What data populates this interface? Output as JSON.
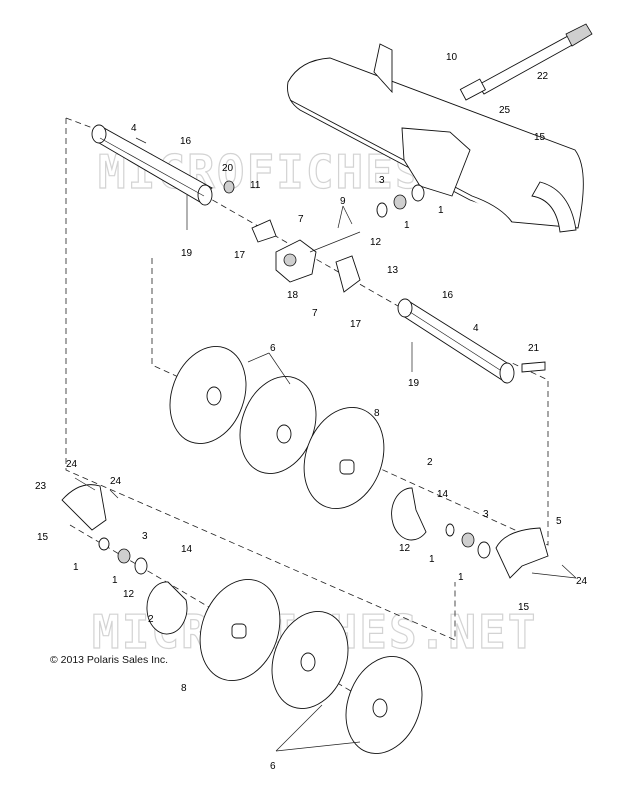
{
  "watermark": "MICROFICHES.NET",
  "copyright": "© 2013 Polaris Sales Inc.",
  "callouts": {
    "c1a": "1",
    "c1b": "1",
    "c1c": "1",
    "c1d": "1",
    "c1e": "1",
    "c2a": "2",
    "c2b": "2",
    "c3a": "3",
    "c3b": "3",
    "c3c": "3",
    "c4a": "4",
    "c4b": "4",
    "c5": "5",
    "c6a": "6",
    "c6b": "6",
    "c7a": "7",
    "c7b": "7",
    "c8a": "8",
    "c8b": "8",
    "c9": "9",
    "c10": "10",
    "c11": "11",
    "c12a": "12",
    "c12b": "12",
    "c12c": "12",
    "c13": "13",
    "c14a": "14",
    "c14b": "14",
    "c15a": "15",
    "c15b": "15",
    "c15c": "15",
    "c16a": "16",
    "c16b": "16",
    "c17a": "17",
    "c17b": "17",
    "c18": "18",
    "c19a": "19",
    "c19b": "19",
    "c20": "20",
    "c21": "21",
    "c22": "22",
    "c23": "23",
    "c24a": "24",
    "c24b": "24",
    "c24c": "24",
    "c25": "25"
  }
}
